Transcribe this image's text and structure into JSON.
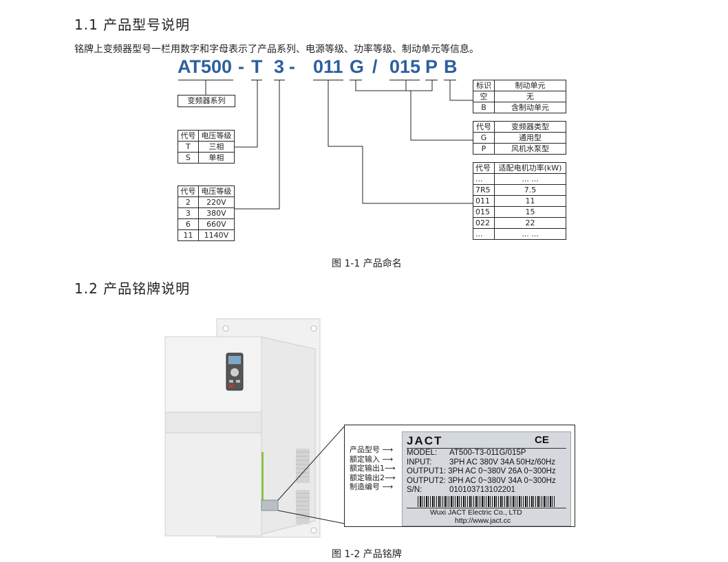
{
  "section1": {
    "heading": "1.1 产品型号说明",
    "intro": "铭牌上变频器型号一栏用数字和字母表示了产品系列、电源等级、功率等级、制动单元等信息。",
    "code_parts": [
      "AT500",
      "-",
      "T",
      "3",
      "-",
      "011",
      "G",
      "/",
      "015",
      "P",
      "B"
    ],
    "series_box": "变频器系列",
    "phase_table": {
      "headers": [
        "代号",
        "电压等级"
      ],
      "rows": [
        [
          "T",
          "三相"
        ],
        [
          "S",
          "单相"
        ]
      ]
    },
    "voltage_table": {
      "headers": [
        "代号",
        "电压等级"
      ],
      "rows": [
        [
          "2",
          "220V"
        ],
        [
          "3",
          "380V"
        ],
        [
          "6",
          "660V"
        ],
        [
          "11",
          "1140V"
        ]
      ]
    },
    "brake_table": {
      "headers": [
        "标识",
        "制动单元"
      ],
      "rows": [
        [
          "空",
          "无"
        ],
        [
          "B",
          "含制动单元"
        ]
      ]
    },
    "type_table": {
      "headers": [
        "代号",
        "变频器类型"
      ],
      "rows": [
        [
          "G",
          "通用型"
        ],
        [
          "P",
          "风机水泵型"
        ]
      ]
    },
    "power_table": {
      "headers": [
        "代号",
        "适配电机功率(kW)"
      ],
      "rows": [
        [
          "...",
          "... ..."
        ],
        [
          "7R5",
          "7.5"
        ],
        [
          "011",
          "11"
        ],
        [
          "015",
          "15"
        ],
        [
          "022",
          "22"
        ],
        [
          "...",
          "... ..."
        ]
      ]
    },
    "caption": "图 1-1  产品命名"
  },
  "section2": {
    "heading": "1.2 产品铭牌说明",
    "labels": [
      "产品型号",
      "额定输入",
      "额定输出1",
      "额定输出2",
      "制造编号"
    ],
    "nameplate": {
      "brand": "JACT",
      "ce": "CE",
      "fields": [
        {
          "key": "MODEL:",
          "value": "AT500-T3-011G/015P"
        },
        {
          "key": "INPUT:",
          "value": "3PH AC 380V 34A 50Hz/60Hz"
        },
        {
          "key": "OUTPUT1:",
          "value": "3PH AC 0~380V 26A 0~300Hz"
        },
        {
          "key": "OUTPUT2:",
          "value": "3PH AC 0~380V 34A 0~300Hz"
        },
        {
          "key": "S/N:",
          "value": "010103713102201"
        }
      ],
      "company": "Wuxi   JACT Electric Co., LTD",
      "url": "http://www.jact.cc"
    },
    "caption": "图 1-2  产品铭牌"
  }
}
